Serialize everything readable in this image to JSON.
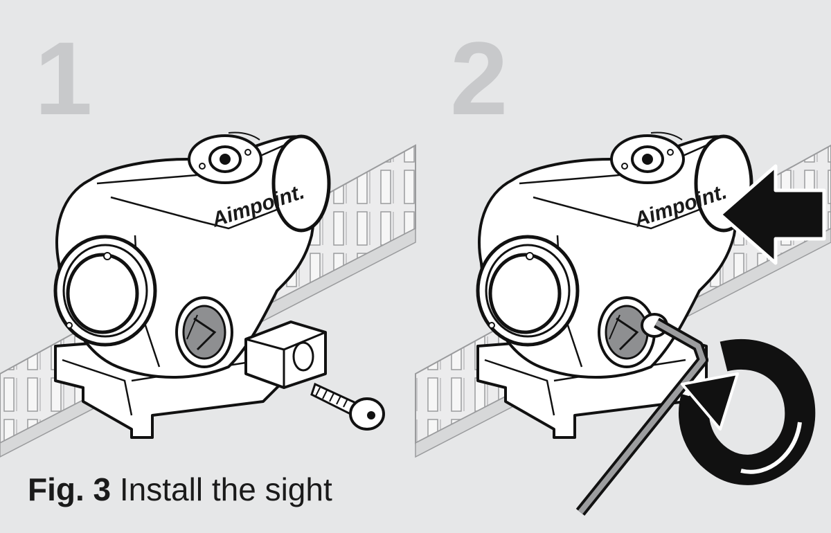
{
  "steps": [
    {
      "number": "1",
      "brand": "Aimpoint."
    },
    {
      "number": "2",
      "brand": "Aimpoint."
    }
  ],
  "caption": {
    "figure_label": "Fig. 3",
    "title": "Install the sight"
  },
  "colors": {
    "background": "#e6e7e8",
    "step_number": "#c8c9cb",
    "ink": "#1a1a1a",
    "sight_body": "#ffffff",
    "rail": "#e9eaeb"
  },
  "icons": {
    "direction_arrow": "arrow-left-icon",
    "tighten_rotation": "rotate-clockwise-icon"
  }
}
